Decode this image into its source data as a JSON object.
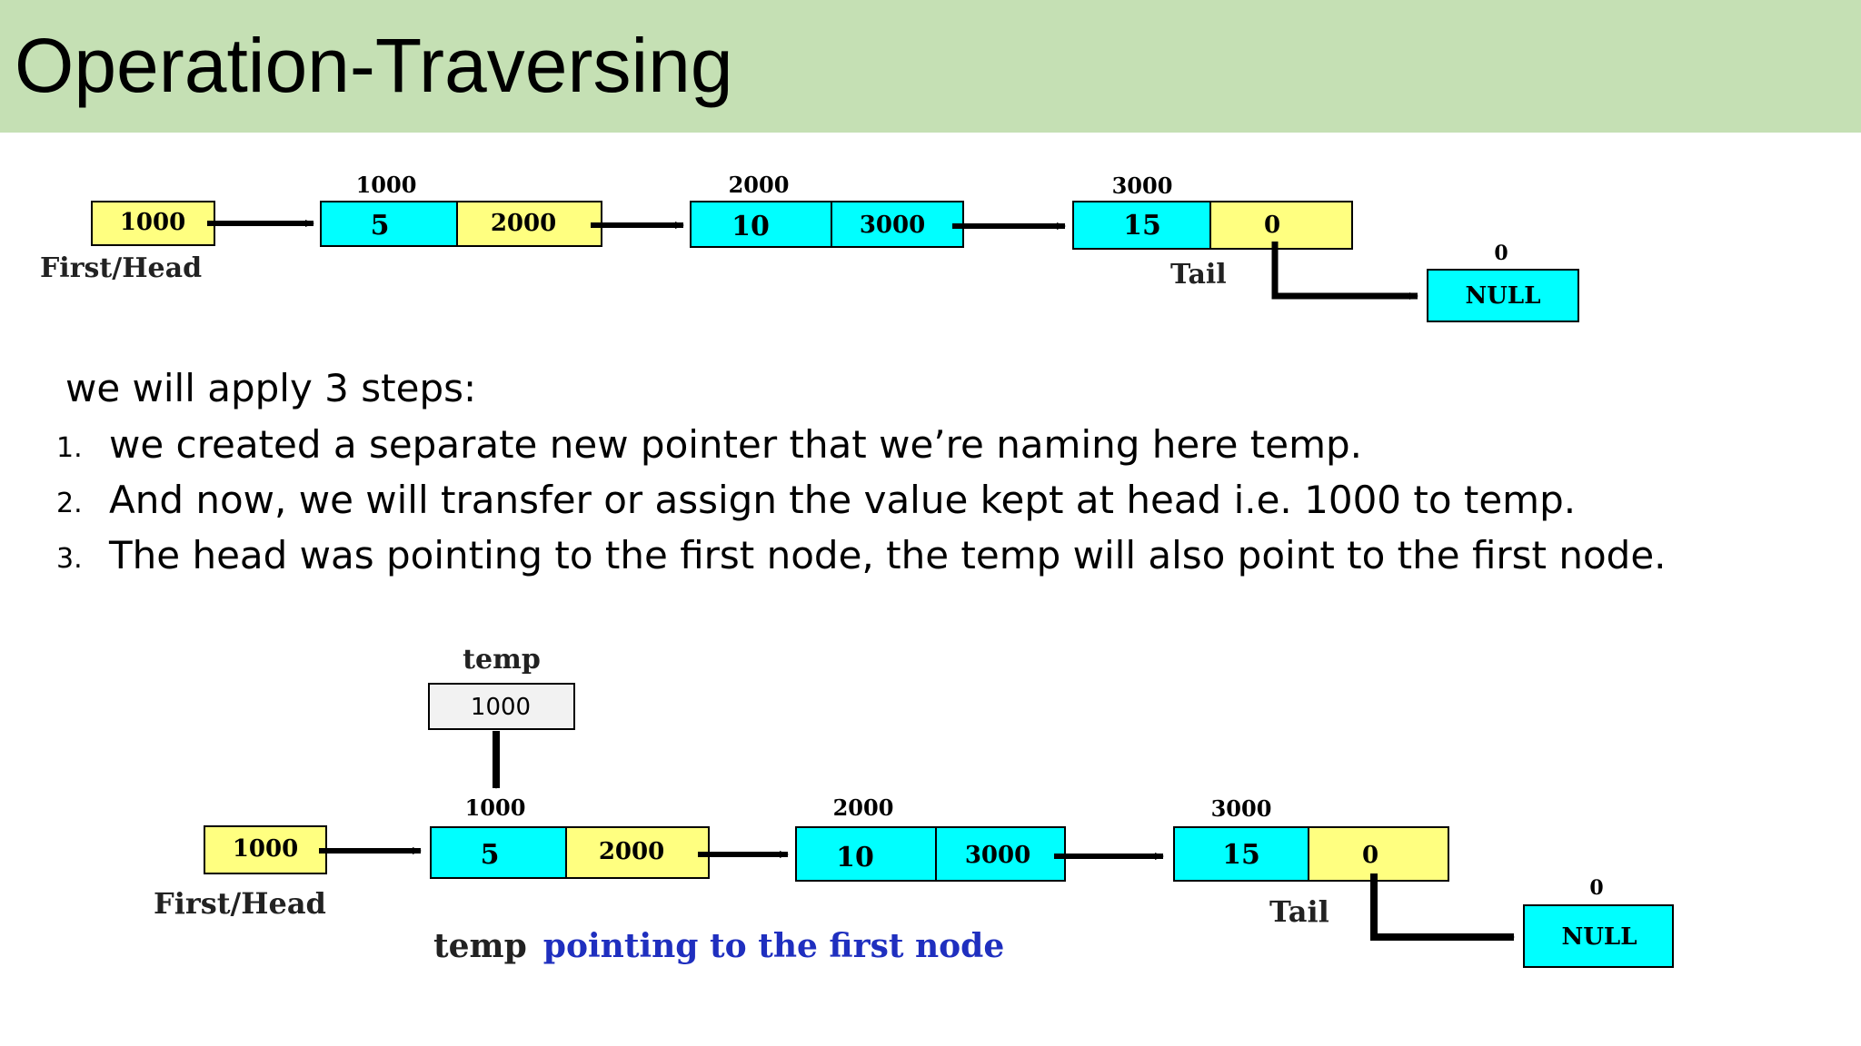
{
  "slide": {
    "title": "Operation-Traversing",
    "intro": "we will apply 3 steps:",
    "steps": [
      {
        "num": "1.",
        "text": "we created a separate new pointer that we’re naming here temp."
      },
      {
        "num": "2.",
        "text": "And now, we will transfer or assign the value kept at head i.e. 1000 to temp."
      },
      {
        "num": "3.",
        "text": "The head was pointing to the first node, the temp will also point to the first node."
      }
    ]
  },
  "diagram_top": {
    "head_value": "1000",
    "head_label": "First/Head",
    "nodes": [
      {
        "address": "1000",
        "data": "5",
        "next": "2000"
      },
      {
        "address": "2000",
        "data": "10",
        "next": "3000"
      },
      {
        "address": "3000",
        "data": "15",
        "next": "0"
      }
    ],
    "tail_label": "Tail",
    "null_label": "NULL",
    "null_address": "0"
  },
  "diagram_bottom": {
    "temp_label": "temp",
    "temp_value": "1000",
    "head_value": "1000",
    "head_label": "First/Head",
    "nodes": [
      {
        "address": "1000",
        "data": "5",
        "next": "2000"
      },
      {
        "address": "2000",
        "data": "10",
        "next": "3000"
      },
      {
        "address": "3000",
        "data": "15",
        "next": "0"
      }
    ],
    "tail_label": "Tail",
    "null_label": "NULL",
    "null_address": "0",
    "caption_black": "temp",
    "caption_blue": "pointing to the first node"
  },
  "colors": {
    "title_bg": "#c5e0b4",
    "cyan": "#00ffff",
    "yellow": "#ffff80",
    "caption_blue": "#1f2fbf"
  }
}
